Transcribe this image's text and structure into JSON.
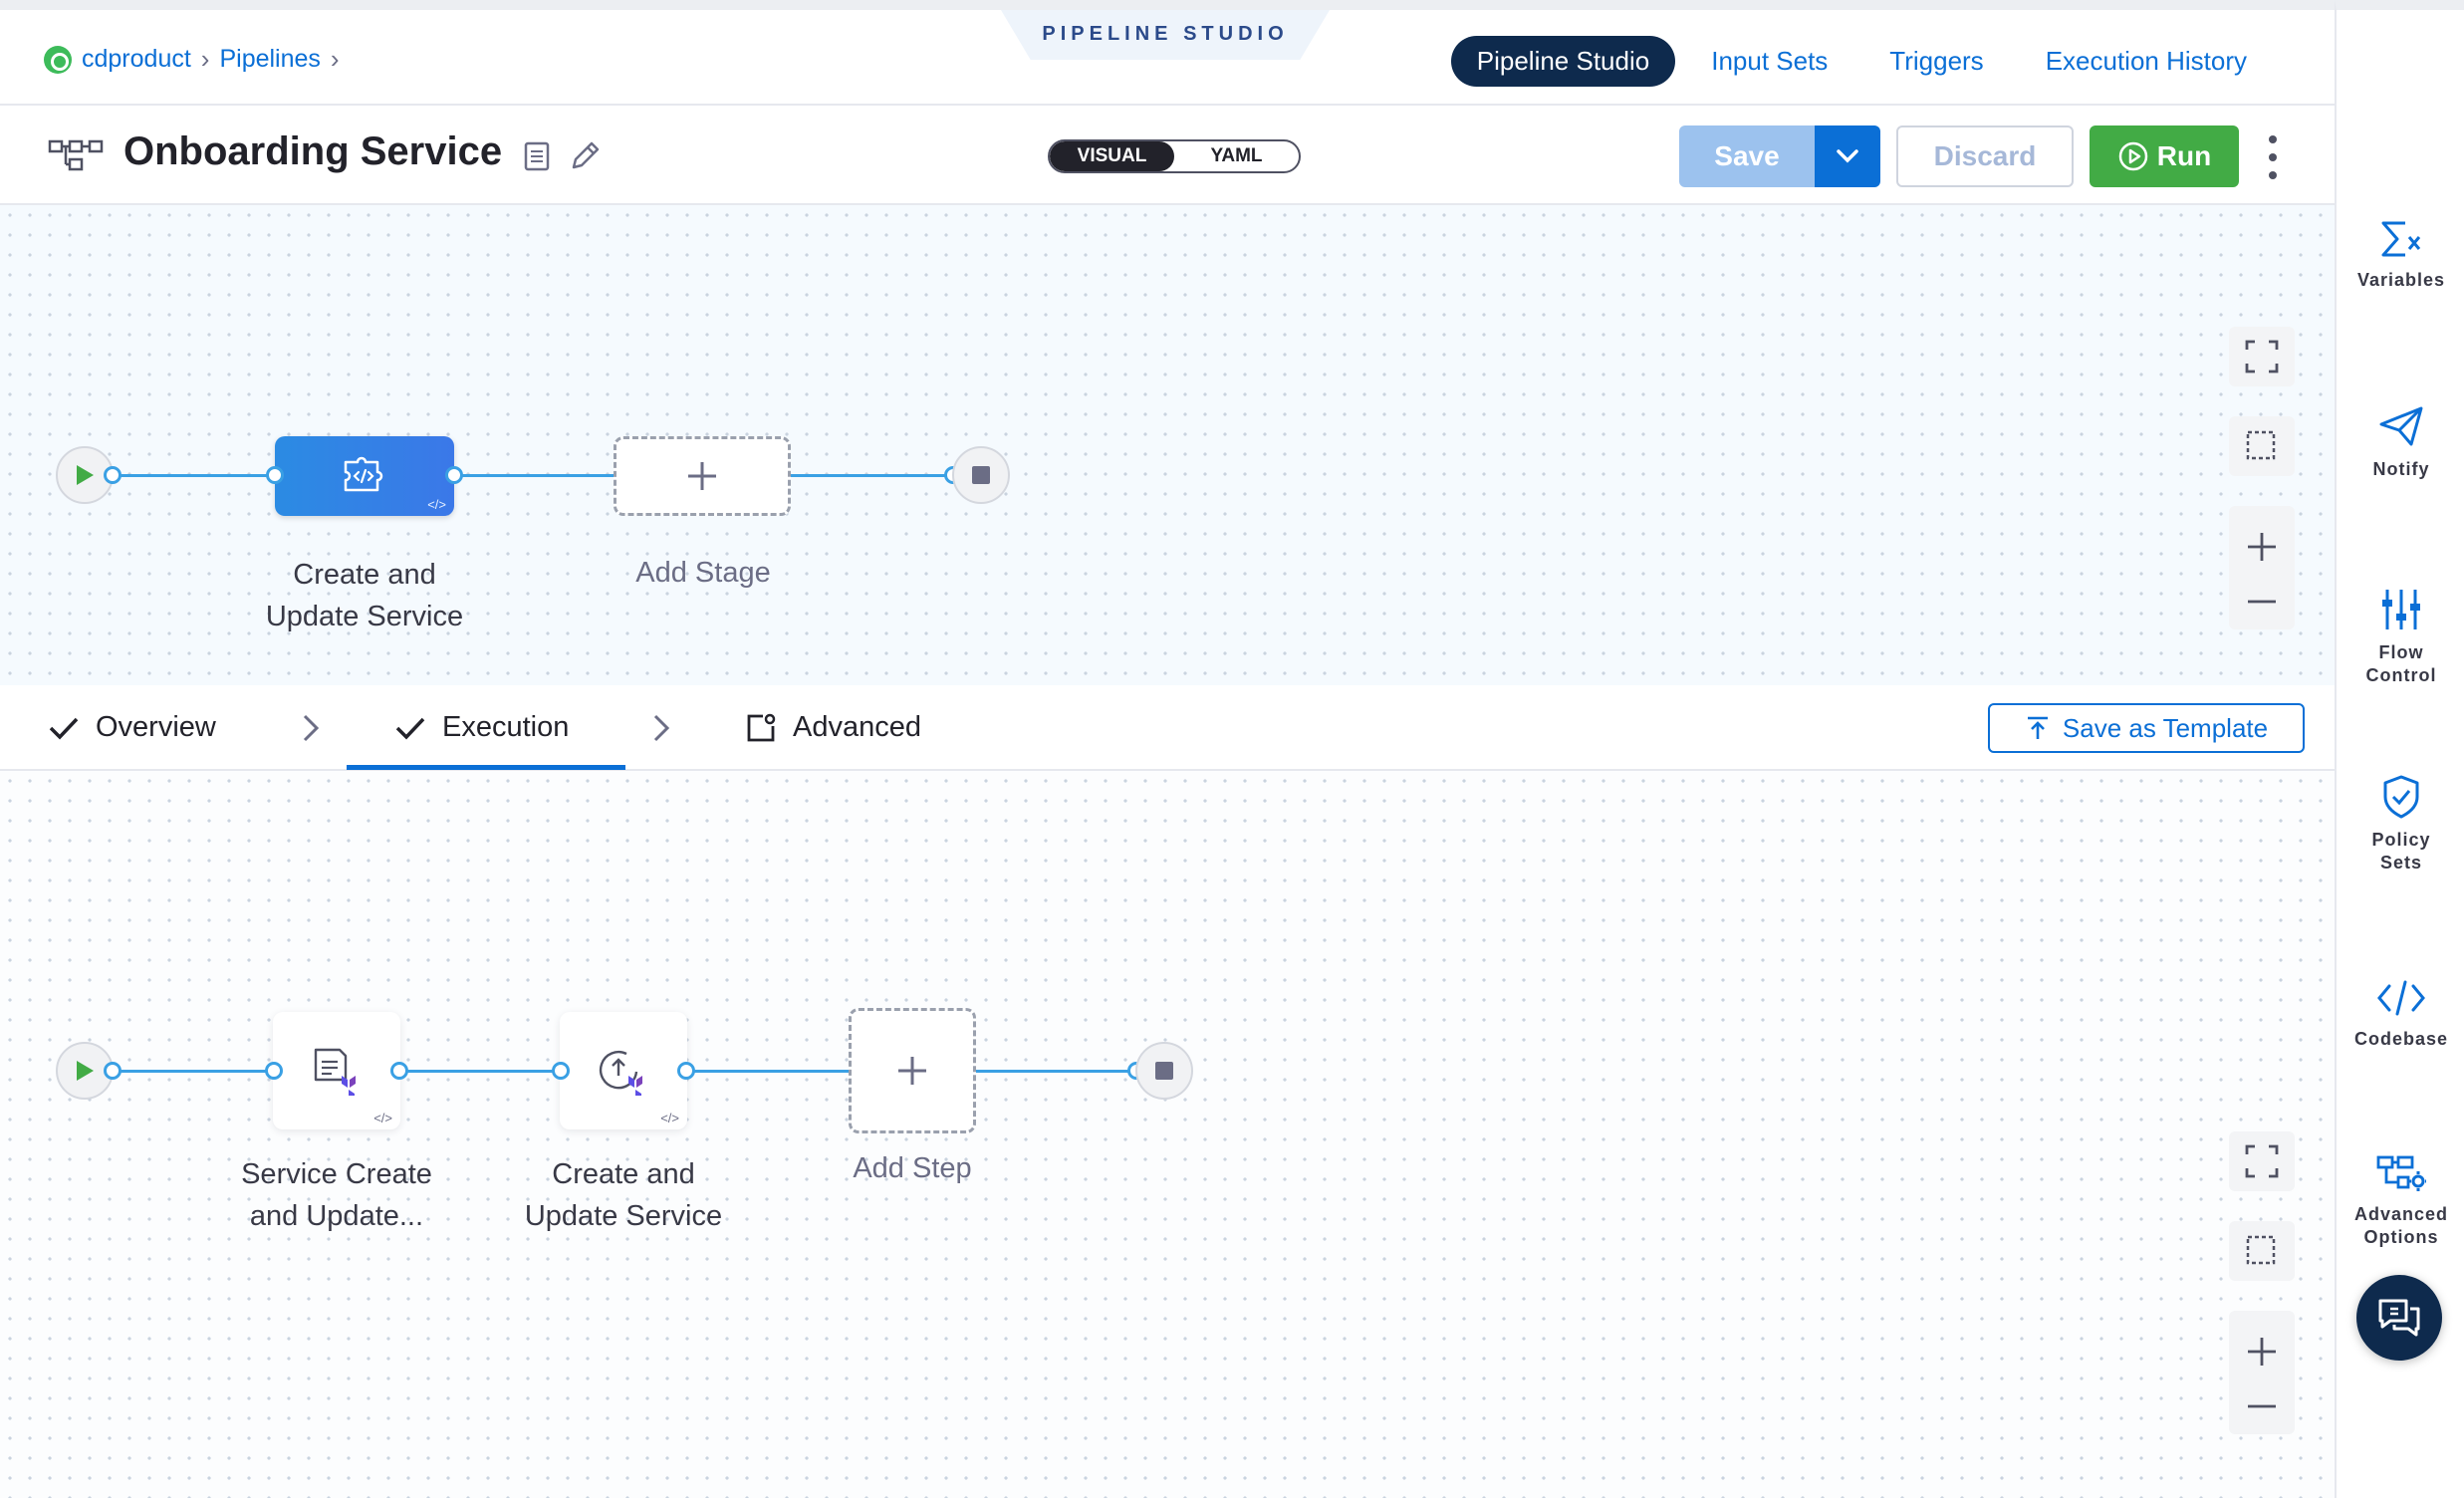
{
  "breadcrumb": {
    "project": "cdproduct",
    "section": "Pipelines"
  },
  "studio_label": "PIPELINE STUDIO",
  "top_tabs": [
    {
      "label": "Pipeline Studio",
      "active": true
    },
    {
      "label": "Input Sets",
      "active": false
    },
    {
      "label": "Triggers",
      "active": false
    },
    {
      "label": "Execution History",
      "active": false
    }
  ],
  "pipeline": {
    "title": "Onboarding Service"
  },
  "view_toggle": {
    "visual": "VISUAL",
    "yaml": "YAML",
    "selected": "VISUAL"
  },
  "actions": {
    "save": "Save",
    "discard": "Discard",
    "run": "Run"
  },
  "stage_canvas": {
    "stages": [
      {
        "label_line1": "Create and",
        "label_line2": "Update Service"
      }
    ],
    "add_stage": "Add Stage"
  },
  "stage_tabs": [
    {
      "label": "Overview",
      "completed": true
    },
    {
      "label": "Execution",
      "completed": true,
      "active": true
    },
    {
      "label": "Advanced",
      "completed": false
    }
  ],
  "save_as_template": "Save as Template",
  "exec_canvas": {
    "steps": [
      {
        "label_line1": "Service Create",
        "label_line2": "and Update..."
      },
      {
        "label_line1": "Create and",
        "label_line2": "Update Service"
      }
    ],
    "add_step": "Add Step"
  },
  "right_sidebar": [
    {
      "label_line1": "Variables",
      "label_line2": "",
      "icon": "sigma-x-icon"
    },
    {
      "label_line1": "Notify",
      "label_line2": "",
      "icon": "paper-plane-icon"
    },
    {
      "label_line1": "Flow",
      "label_line2": "Control",
      "icon": "sliders-icon"
    },
    {
      "label_line1": "Policy",
      "label_line2": "Sets",
      "icon": "shield-check-icon"
    },
    {
      "label_line1": "Codebase",
      "label_line2": "",
      "icon": "code-icon"
    },
    {
      "label_line1": "Advanced",
      "label_line2": "Options",
      "icon": "advanced-options-icon"
    }
  ],
  "colors": {
    "accent": "#0b6fd6",
    "nav_active": "#0e2a4d",
    "run": "#42ab45",
    "flow_line": "#3aa0e4"
  }
}
